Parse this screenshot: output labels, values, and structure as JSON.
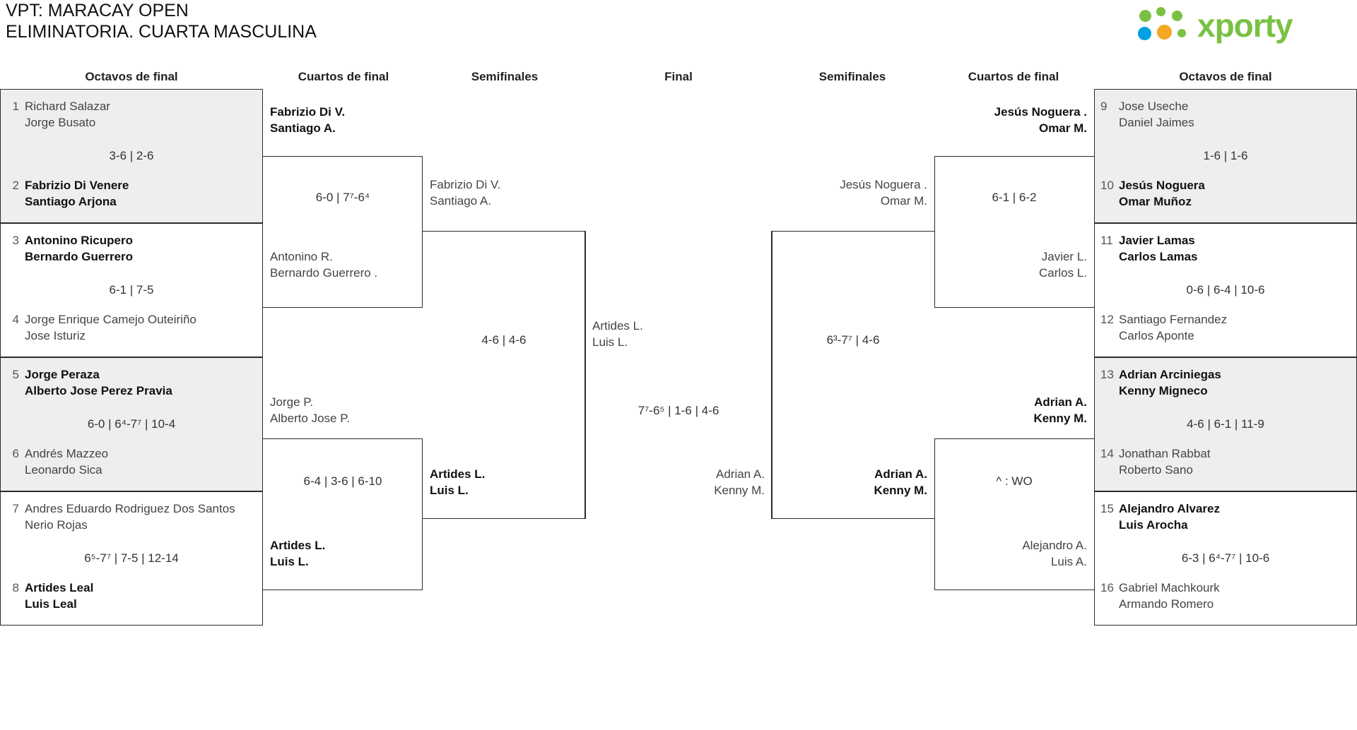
{
  "header": {
    "title_line1": "VPT: MARACAY OPEN",
    "title_line2": "ELIMINATORIA. CUARTA MASCULINA",
    "logo_text": "xporty",
    "brand_green": "#7ac143",
    "brand_blue": "#00a0e1",
    "brand_orange": "#f5a623"
  },
  "round_labels": {
    "left_r16": "Octavos de final",
    "left_qf": "Cuartos de final",
    "left_sf": "Semifinales",
    "final": "Final",
    "right_sf": "Semifinales",
    "right_qf": "Cuartos de final",
    "right_r16": "Octavos de final"
  },
  "left_r16": [
    {
      "top": {
        "seed": "1",
        "p1": "Richard Salazar",
        "p2": "Jorge Busato",
        "winner": false
      },
      "bottom": {
        "seed": "2",
        "p1": "Fabrizio Di Venere",
        "p2": "Santiago Arjona",
        "winner": true
      },
      "score": "3-6 | 2-6",
      "shaded": true
    },
    {
      "top": {
        "seed": "3",
        "p1": "Antonino Ricupero",
        "p2": "Bernardo Guerrero",
        "winner": true
      },
      "bottom": {
        "seed": "4",
        "p1": "Jorge Enrique Camejo Outeiriño",
        "p2": "Jose Isturiz",
        "winner": false
      },
      "score": "6-1 | 7-5",
      "shaded": false
    },
    {
      "top": {
        "seed": "5",
        "p1": "Jorge Peraza",
        "p2": "Alberto Jose Perez Pravia",
        "winner": true
      },
      "bottom": {
        "seed": "6",
        "p1": "Andrés Mazzeo",
        "p2": "Leonardo Sica",
        "winner": false
      },
      "score": "6-0 | 6⁴-7⁷ | 10-4",
      "shaded": true
    },
    {
      "top": {
        "seed": "7",
        "p1": "Andres Eduardo Rodriguez Dos Santos",
        "p2": "Nerio Rojas",
        "winner": false
      },
      "bottom": {
        "seed": "8",
        "p1": "Artides Leal",
        "p2": "Luis Leal",
        "winner": true
      },
      "score": "6⁵-7⁷ | 7-5 | 12-14",
      "shaded": false
    }
  ],
  "right_r16": [
    {
      "top": {
        "seed": "9",
        "p1": "Jose Useche",
        "p2": "Daniel Jaimes",
        "winner": false
      },
      "bottom": {
        "seed": "10",
        "p1": "Jesús Noguera",
        "p2": "Omar Muñoz",
        "winner": true
      },
      "score": "1-6 | 1-6",
      "shaded": true
    },
    {
      "top": {
        "seed": "11",
        "p1": "Javier Lamas",
        "p2": "Carlos Lamas",
        "winner": true
      },
      "bottom": {
        "seed": "12",
        "p1": "Santiago Fernandez",
        "p2": "Carlos Aponte",
        "winner": false
      },
      "score": "0-6 | 6-4 | 10-6",
      "shaded": false
    },
    {
      "top": {
        "seed": "13",
        "p1": "Adrian Arciniegas",
        "p2": "Kenny Migneco",
        "winner": true
      },
      "bottom": {
        "seed": "14",
        "p1": "Jonathan Rabbat",
        "p2": "Roberto Sano",
        "winner": false
      },
      "score": "4-6 | 6-1 | 11-9",
      "shaded": true
    },
    {
      "top": {
        "seed": "15",
        "p1": "Alejandro Alvarez",
        "p2": "Luis Arocha",
        "winner": true
      },
      "bottom": {
        "seed": "16",
        "p1": "Gabriel Machkourk",
        "p2": "Armando Romero",
        "winner": false
      },
      "score": "6-3 | 6⁴-7⁷ | 10-6",
      "shaded": false
    }
  ],
  "left_qf": [
    {
      "top": {
        "p1": "Fabrizio Di V.",
        "p2": "Santiago A.",
        "winner": true
      },
      "bottom": {
        "p1": "Antonino R.",
        "p2": "Bernardo Guerrero .",
        "winner": false
      },
      "score": "6-0 | 7⁷-6⁴"
    },
    {
      "top": {
        "p1": "Jorge P.",
        "p2": "Alberto Jose P.",
        "winner": false
      },
      "bottom": {
        "p1": "Artides L.",
        "p2": "Luis L.",
        "winner": true
      },
      "score": "6-4 | 3-6 | 6-10"
    }
  ],
  "right_qf": [
    {
      "top": {
        "p1": "Jesús Noguera .",
        "p2": "Omar M.",
        "winner": true
      },
      "bottom": {
        "p1": "Javier L.",
        "p2": "Carlos L.",
        "winner": false
      },
      "score": "6-1 | 6-2"
    },
    {
      "top": {
        "p1": "Adrian A.",
        "p2": "Kenny M.",
        "winner": true
      },
      "bottom": {
        "p1": "Alejandro A.",
        "p2": "Luis A.",
        "winner": false
      },
      "score": "^ : WO"
    }
  ],
  "left_sf": {
    "top": {
      "p1": "Fabrizio Di V.",
      "p2": "Santiago A.",
      "winner": false
    },
    "bottom": {
      "p1": "Artides L.",
      "p2": "Luis L.",
      "winner": true
    },
    "score": "4-6 | 4-6"
  },
  "right_sf": {
    "top": {
      "p1": "Jesús Noguera .",
      "p2": "Omar M.",
      "winner": false
    },
    "bottom": {
      "p1": "Adrian A.",
      "p2": "Kenny M.",
      "winner": true
    },
    "score": "6³-7⁷ | 4-6"
  },
  "final": {
    "top": {
      "p1": "Artides L.",
      "p2": "Luis L.",
      "winner": false
    },
    "bottom": {
      "p1": "Adrian A.",
      "p2": "Kenny M.",
      "winner": false
    },
    "score": "7⁷-6⁵ | 1-6 | 4-6"
  }
}
